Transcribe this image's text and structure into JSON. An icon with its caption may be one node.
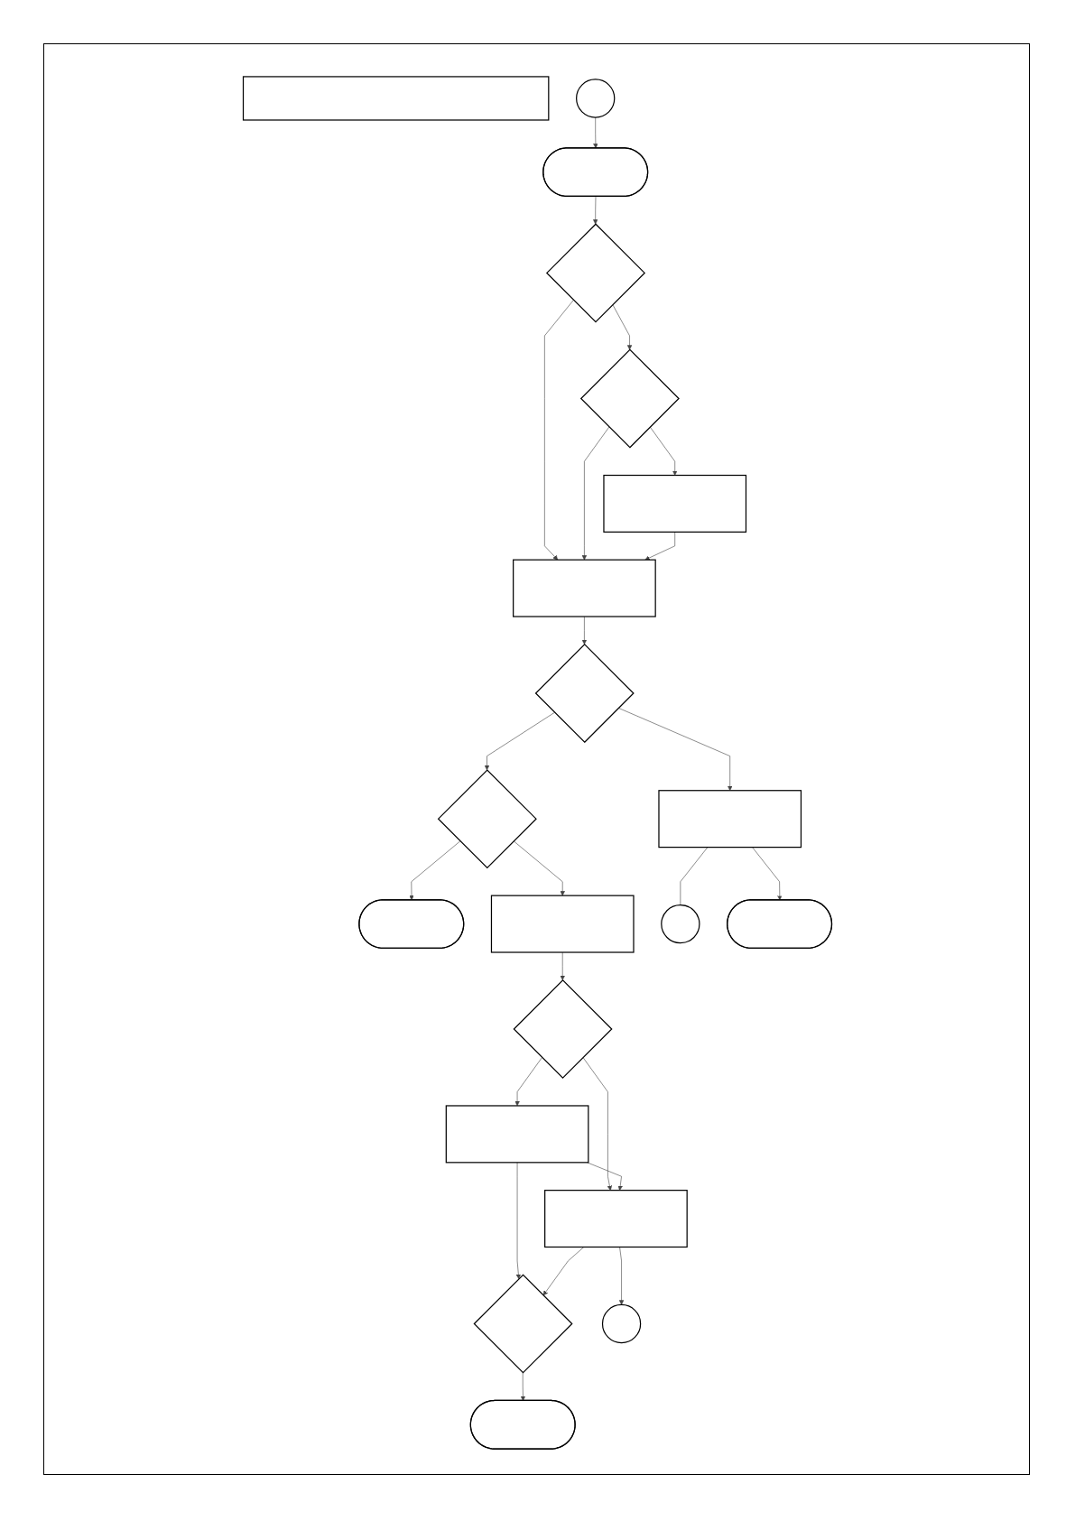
{
  "diagram": {
    "nodes": [
      {
        "text": [],
        "shape": "box"
      },
      {
        "text": [],
        "shape": "stadium"
      },
      {
        "text": [],
        "shape": "circle"
      },
      {
        "text": [],
        "shape": "diamond"
      },
      {
        "text": [],
        "shape": "diamond"
      },
      {
        "text": [],
        "shape": "box"
      },
      {
        "text": [],
        "shape": "box"
      },
      {
        "text": [],
        "shape": "diamond"
      },
      {
        "text": [],
        "shape": "stadium"
      },
      {
        "text": [],
        "shape": "diamond"
      },
      {
        "text": [],
        "shape": "box"
      },
      {
        "text": [],
        "shape": "box"
      },
      {
        "text": [],
        "shape": "diamond"
      },
      {
        "text": [],
        "shape": "box"
      },
      {
        "text": [],
        "shape": "circle"
      },
      {
        "text": [],
        "shape": "box"
      },
      {
        "text": [],
        "shape": "diamond"
      },
      {
        "text": [],
        "shape": "stadium"
      },
      {
        "text": [],
        "shape": "circle"
      },
      {
        "text": [],
        "shape": "stadium"
      }
    ],
    "edges": [
      {
        "from": 2,
        "to": 1,
        "arrow": "to"
      },
      {
        "from": 1,
        "to": 3,
        "arrow": "to"
      },
      {
        "from": 3,
        "to": 4,
        "arrow": "to"
      },
      {
        "from": 4,
        "to": 5,
        "arrow": "to"
      },
      {
        "from": 3,
        "to": 6,
        "arrow": "to"
      },
      {
        "from": 4,
        "to": 6,
        "arrow": "to"
      },
      {
        "from": 5,
        "to": 6,
        "arrow": "to"
      },
      {
        "from": 6,
        "to": 9,
        "arrow": "to"
      },
      {
        "from": 9,
        "to": 7,
        "arrow": "to"
      },
      {
        "from": 7,
        "to": 8,
        "arrow": "to"
      },
      {
        "from": 7,
        "to": 10,
        "arrow": "to"
      },
      {
        "from": 9,
        "to": 11,
        "arrow": "to"
      },
      {
        "from": 10,
        "to": 12,
        "arrow": "to"
      },
      {
        "from": 12,
        "to": 13,
        "arrow": "to"
      },
      {
        "from": 11,
        "to": 14,
        "arrow": "none"
      },
      {
        "from": 11,
        "to": 17,
        "arrow": "to"
      },
      {
        "from": 12,
        "to": 15,
        "arrow": "to"
      },
      {
        "from": 13,
        "to": 15,
        "arrow": "to"
      },
      {
        "from": 13,
        "to": 16,
        "arrow": "to"
      },
      {
        "from": 15,
        "to": 16,
        "arrow": "to"
      },
      {
        "from": 15,
        "to": 18,
        "arrow": "to"
      },
      {
        "from": 16,
        "to": 19,
        "arrow": "to"
      }
    ]
  }
}
